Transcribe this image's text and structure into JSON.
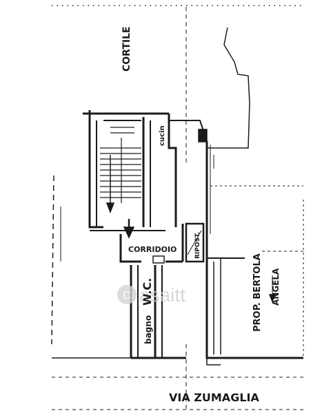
{
  "plan": {
    "labels": {
      "cortile": "CORTILE",
      "cucina": "cucin",
      "corridoio": "CORRIDOIO",
      "ripostiglio": "RIPOST.",
      "bagno": "bagno",
      "wc": "W.C.",
      "proprieta": "PROP. BERTOLA",
      "angela": "ANGELA",
      "via": "VIA ZUMAGLIA"
    },
    "watermark": {
      "symbol": "C",
      "text": "asaitt"
    },
    "colors": {
      "ink": "#1a1a1a",
      "paper": "#ffffff",
      "watermark": "#cfcfcf"
    }
  }
}
